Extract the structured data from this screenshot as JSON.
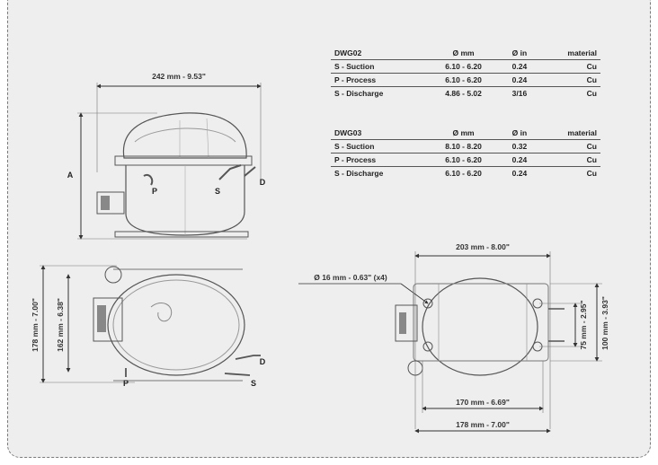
{
  "tables": [
    {
      "headers": [
        "DWG02",
        "Ø mm",
        "Ø in",
        "material"
      ],
      "rows": [
        [
          "S - Suction",
          "6.10 - 6.20",
          "0.24",
          "Cu"
        ],
        [
          "P - Process",
          "6.10 - 6.20",
          "0.24",
          "Cu"
        ],
        [
          "S - Discharge",
          "4.86 - 5.02",
          "3/16",
          "Cu"
        ]
      ]
    },
    {
      "headers": [
        "DWG03",
        "Ø mm",
        "Ø in",
        "material"
      ],
      "rows": [
        [
          "S - Suction",
          "8.10 - 8.20",
          "0.32",
          "Cu"
        ],
        [
          "P - Process",
          "6.10 - 6.20",
          "0.24",
          "Cu"
        ],
        [
          "S - Discharge",
          "6.10 - 6.20",
          "0.24",
          "Cu"
        ]
      ]
    }
  ],
  "side_view": {
    "width_dim": "242 mm - 9.53\"",
    "height_label": "A",
    "ports": {
      "p": "P",
      "s": "S",
      "d": "D"
    }
  },
  "top_view": {
    "dim_outer": "178 mm - 7.00\"",
    "dim_inner": "162 mm - 6.38\"",
    "ports": {
      "p": "P",
      "s": "S",
      "d": "D"
    }
  },
  "base_view": {
    "dim_top": "203 mm - 8.00\"",
    "dim_hole": "Ø 16 mm - 0.63\" (x4)",
    "dim_right_inner": "75 mm - 2.95\"",
    "dim_right_outer": "100 mm - 3.93\"",
    "dim_bottom_inner": "170 mm - 6.69\"",
    "dim_bottom_outer": "178 mm - 7.00\""
  }
}
